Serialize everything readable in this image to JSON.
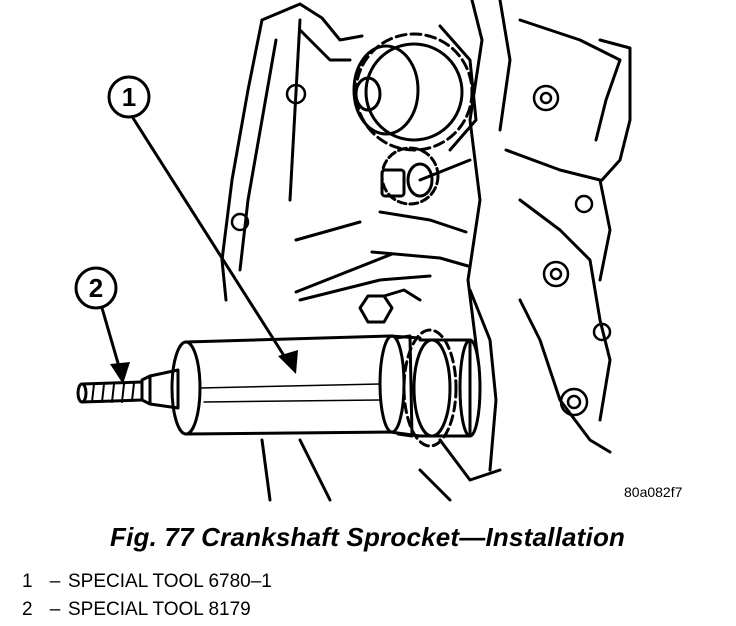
{
  "figure": {
    "callouts": [
      {
        "id": "1"
      },
      {
        "id": "2"
      }
    ],
    "image_code": "80a082f7"
  },
  "caption": "Fig. 77 Crankshaft Sprocket—Installation",
  "legend": [
    {
      "number": "1",
      "separator": "–",
      "text": "SPECIAL TOOL 6780–1"
    },
    {
      "number": "2",
      "separator": "–",
      "text": "SPECIAL TOOL 8179"
    }
  ]
}
